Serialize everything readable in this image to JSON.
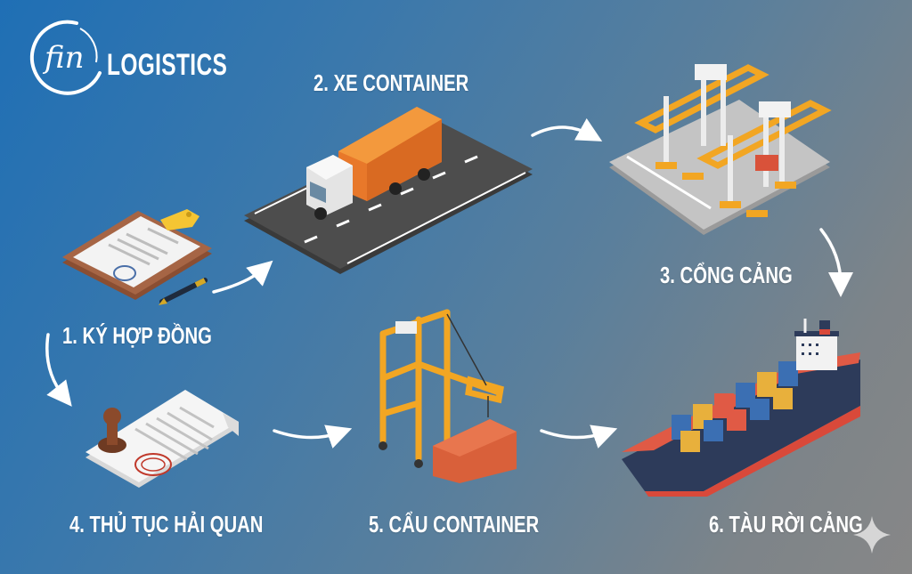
{
  "brand": {
    "logo_mark": "fin",
    "logo_text": "LOGISTICS"
  },
  "steps": [
    {
      "number": 1,
      "label": "1. KÝ HỢP ĐỒNG",
      "illustration": "clipboard-contract-with-pen"
    },
    {
      "number": 2,
      "label": "2. XE CONTAINER",
      "illustration": "container-truck-on-road"
    },
    {
      "number": 3,
      "label": "3. CỔNG CẢNG",
      "illustration": "port-gantry-cranes"
    },
    {
      "number": 4,
      "label": "4. THỦ TỤC HẢI QUAN",
      "illustration": "stamped-customs-document"
    },
    {
      "number": 5,
      "label": "5. CẨU CONTAINER",
      "illustration": "crane-lifting-container"
    },
    {
      "number": 6,
      "label": "6. TÀU RỜI CẢNG",
      "illustration": "container-ship"
    }
  ],
  "flow": [
    {
      "from": 1,
      "to": 2
    },
    {
      "from": 2,
      "to": 3
    },
    {
      "from": 3,
      "to": 6
    },
    {
      "from": 1,
      "to": 4
    },
    {
      "from": 4,
      "to": 5
    },
    {
      "from": 5,
      "to": 6
    }
  ],
  "colors": {
    "background_start": "#1f6fb5",
    "background_end": "#878787",
    "container_orange": "#f08a2c",
    "crane_yellow": "#f2a623",
    "ship_hull_navy": "#2d3b5a",
    "ship_hull_red": "#d9493a",
    "label_text": "#ffffff"
  },
  "decor": {
    "sparkle_icon": "four-point-star"
  }
}
